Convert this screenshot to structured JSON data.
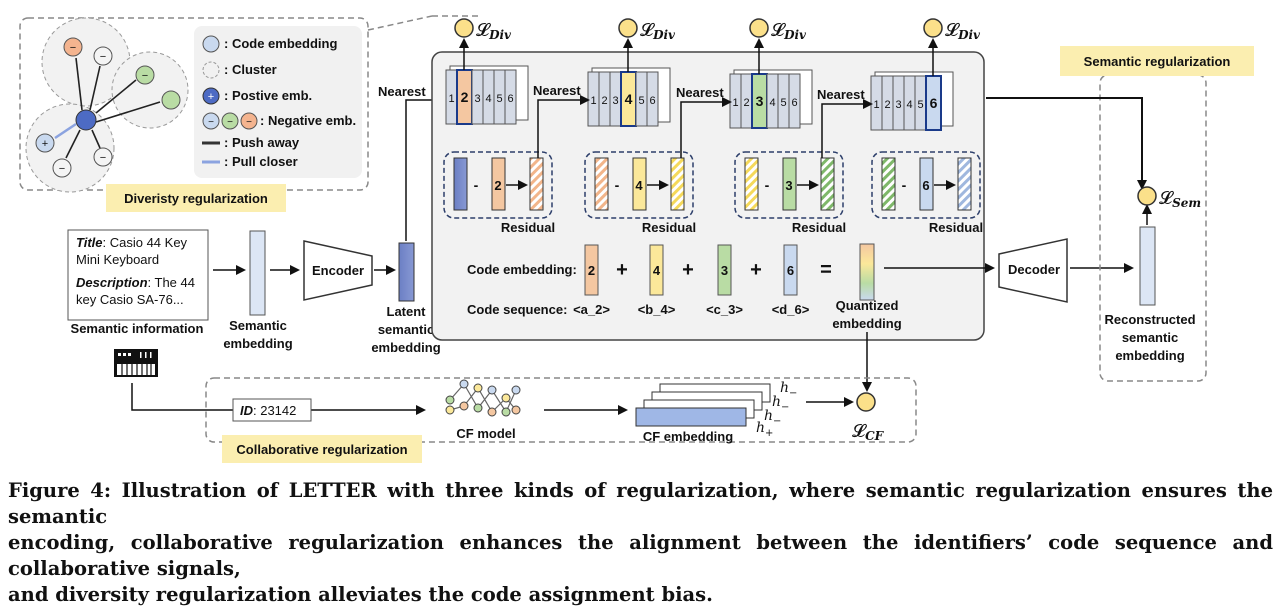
{
  "loss_labels": {
    "div": [
      "Div",
      "Div",
      "Div",
      "Div"
    ],
    "sem": "Sem",
    "cf": "CF"
  },
  "diversity": {
    "title": "Diveristy regularization",
    "legend": [
      ": Code embedding",
      ": Cluster",
      ": Postive emb.",
      ": Negative emb.",
      ": Push away",
      ": Pull closer"
    ]
  },
  "semantic_reg": {
    "title": "Semantic regularization"
  },
  "collab_reg": {
    "title": "Collaborative regularization"
  },
  "semantic_info": {
    "title_label": "Title",
    "title_value": ": Casio 44 Key",
    "title_value2": "Mini Keyboard",
    "desc_label": "Description",
    "desc_value": ": The 44",
    "desc_value2": "key Casio SA-76...",
    "caption": "Semantic information"
  },
  "labels": {
    "semantic_embedding": [
      "Semantic",
      "embedding"
    ],
    "encoder": "Encoder",
    "latent": [
      "Latent",
      "semantic",
      "embedding"
    ],
    "nearest": "Nearest",
    "residual": "Residual",
    "decoder": "Decoder",
    "reconstructed": [
      "Reconstructed",
      "semantic",
      "embedding"
    ],
    "quantized": [
      "Quantized",
      "embedding"
    ],
    "code_embedding": "Code embedding:",
    "code_sequence": "Code sequence:",
    "cf_model": "CF model",
    "cf_embedding": "CF embedding",
    "id_label": "ID",
    "id_value": ": 23142",
    "h_minus": "h",
    "h_plus": "h"
  },
  "codebooks": [
    {
      "cells": [
        "1",
        "2",
        "3",
        "4",
        "5",
        "6"
      ],
      "selected": "2"
    },
    {
      "cells": [
        "1",
        "2",
        "3",
        "4",
        "5",
        "6"
      ],
      "selected": "4"
    },
    {
      "cells": [
        "1",
        "2",
        "3",
        "4",
        "5",
        "6"
      ],
      "selected": "3"
    },
    {
      "cells": [
        "1",
        "2",
        "3",
        "4",
        "5",
        "6"
      ],
      "selected": "6"
    }
  ],
  "residual_steps": [
    "2",
    "4",
    "3",
    "6"
  ],
  "code_sequence": [
    "<a_2>",
    "<b_4>",
    "<c_3>",
    "<d_6>"
  ],
  "code_embedding_values": [
    "2",
    "4",
    "3",
    "6"
  ],
  "operators": [
    "-",
    "+",
    "="
  ],
  "colors": {
    "orange": "#f4c7a1",
    "yellow": "#fbe89a",
    "green": "#b9dca4",
    "blue": "#c9d9ef",
    "latent": "#6b7fc4",
    "label_bg": "#fbeeb0"
  },
  "caption": [
    "Figure 4: Illustration of LETTER with three kinds of regularization, where semantic regularization ensures the semantic",
    "encoding, collaborative regularization enhances the alignment between the identifiers’ code sequence and collaborative signals,",
    "and diversity regularization alleviates the code assignment bias."
  ]
}
